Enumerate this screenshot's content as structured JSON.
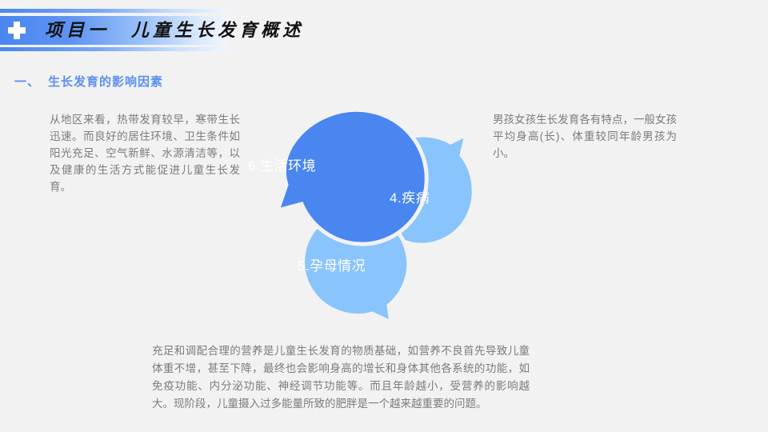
{
  "header": {
    "title": "项目一　儿童生长发育概述",
    "icon": "plus-cross-icon",
    "accent_color": "#4a86f0"
  },
  "section": {
    "number": "一、",
    "title": "生长发育的影响因素",
    "color": "#5b90ee"
  },
  "paragraphs": {
    "left": "从地区来看，热带发育较早，寒带生长迅速。而良好的居住环境、卫生条件如阳光充足、空气新鲜、水源清洁等，以及健康的生活方式能促进儿童生长发育。",
    "right": "男孩女孩生长发育各有特点，一般女孩平均身高(长)、体重较同年龄男孩为小。",
    "bottom": "充足和调配合理的营养是儿童生长发育的物质基础，如营养不良首先导致儿童体重不增，甚至下降，最终也会影响身高的增长和身体其他各系统的功能，如免疫功能、内分泌功能、神经调节功能等。而且年龄越小，受营养的影响越大。现阶段，儿童摄入过多能量所致的肥胖是一个越来越重要的问题。"
  },
  "bubbles": [
    {
      "id": "environment",
      "label": "6.生活环境",
      "color": "#4a86f0",
      "tail": "left"
    },
    {
      "id": "disease",
      "label": "4.疾病",
      "color": "#8ac4fc",
      "tail": "up-right"
    },
    {
      "id": "pregnancy",
      "label": "5.孕母情况",
      "color": "#8ac4fc",
      "tail": "down-right"
    }
  ],
  "background_color": "#f2f2f2"
}
